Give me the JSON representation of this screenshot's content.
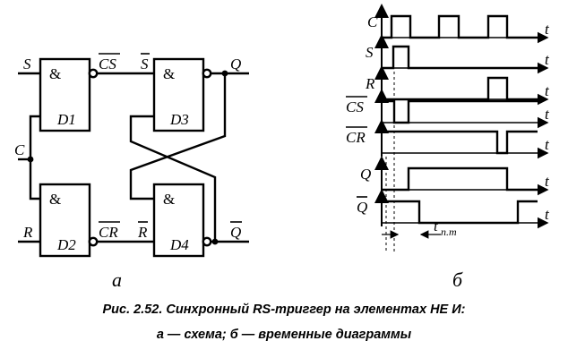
{
  "circuit": {
    "gate_symbol": "&",
    "gates": [
      "D1",
      "D2",
      "D3",
      "D4"
    ],
    "labels": {
      "S": "S",
      "R": "R",
      "C": "C",
      "CS_bar": "CS",
      "CR_bar": "CR",
      "S_bar": "S",
      "R_bar": "R",
      "Q": "Q",
      "Q_bar": "Q"
    }
  },
  "timing": {
    "signals": [
      "C",
      "S",
      "R",
      "CS",
      "CR",
      "Q",
      "Q"
    ],
    "overline": [
      false,
      false,
      false,
      true,
      true,
      false,
      true
    ],
    "time_axis": "t",
    "delay_main": "t",
    "delay_sub": "п.т"
  },
  "panel_labels": {
    "a": "а",
    "b": "б"
  },
  "caption": {
    "line1": "Рис. 2.52. Синхронный RS-триггер на элементах НЕ И:",
    "line2": "а — схема; б — временные диаграммы"
  }
}
